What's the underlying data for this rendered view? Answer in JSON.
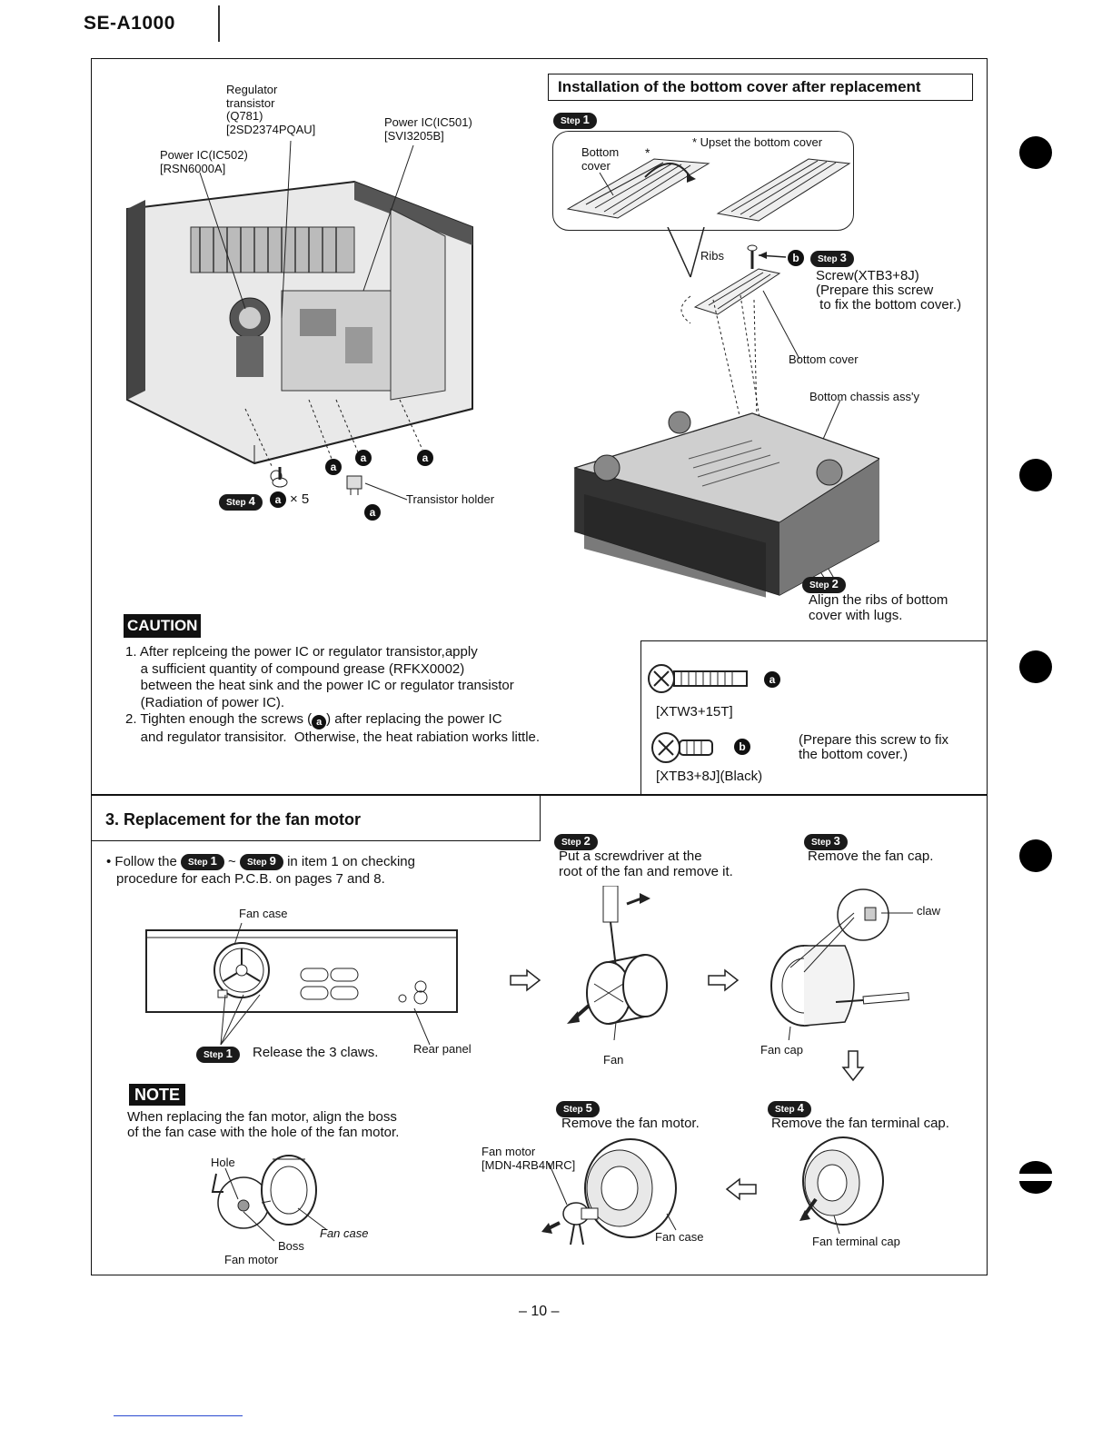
{
  "header": {
    "model": "SE-A1000"
  },
  "top_left": {
    "regulator_label": "Regulator\ntransistor\n(Q781)\n[2SD2374PQAU]",
    "power_ic501_label": "Power IC(IC501)\n[SVI3205B]",
    "power_ic502_label": "Power IC(IC502)\n[RSN6000A]",
    "step4_label": "Step",
    "step4_num": "4",
    "step4_qty": "× 5",
    "transistor_holder": "Transistor holder",
    "screw_a": "a"
  },
  "install": {
    "title": "Installation of the bottom cover after replacement",
    "step1": "1",
    "step_word": "Step",
    "bottom_cover_label": "Bottom\ncover",
    "asterisk": "*",
    "upset_note": "* Upset the bottom cover",
    "ribs": "Ribs",
    "step3": "3",
    "screw_label": "Screw(XTB3+8J)\n(Prepare this screw\n to fix the bottom cover.)",
    "bottom_cover": "Bottom cover",
    "bottom_chassis": "Bottom chassis ass'y",
    "step2": "2",
    "step2_text": "Align the ribs of bottom\ncover with lugs.",
    "screw_b": "b"
  },
  "caution": {
    "tag": "CAUTION",
    "items": [
      "1. After replceing the power IC or regulator transistor,apply",
      "    a sufficient quantity of compound grease (RFKX0002)",
      "    between the heat sink and the power IC or regulator transistor",
      "    (Radiation of power IC).",
      "2. Tighten enough the screws (",
      ") after replacing the power IC",
      "    and regulator transisitor.  Otherwise, the heat rabiation works little."
    ]
  },
  "screws": {
    "a_part": "[XTW3+15T]",
    "b_part": "[XTB3+8J](Black)",
    "b_note": "(Prepare this screw to fix\nthe bottom cover.)"
  },
  "fan": {
    "title": "3. Replacement for the fan motor",
    "follow_pre": "• Follow the",
    "follow_step1": "1",
    "follow_tilde": "~",
    "follow_step9": "9",
    "follow_post": "in item 1 on checking",
    "follow_line2": "procedure for each P.C.B. on pages 7 and 8.",
    "fan_case": "Fan case",
    "step1_text": "Release the 3 claws.",
    "rear_panel": "Rear panel",
    "step2_text": "Put a screwdriver at the\nroot of the fan and remove it.",
    "fan": "Fan",
    "step3_text": "Remove the fan cap.",
    "claw": "claw",
    "fan_cap": "Fan cap",
    "step4_text": "Remove the fan terminal  cap.",
    "fan_terminal_cap": "Fan terminal cap",
    "step5_text": "Remove the fan motor.",
    "fan_motor_label": "Fan motor\n[MDN-4RB4MRC]",
    "fan_case2": "Fan case",
    "note_tag": "NOTE",
    "note_text": "When replacing the fan motor, align the boss\nof the fan case with the hole of the fan motor.",
    "hole": "Hole",
    "boss": "Boss",
    "fan_case3": "Fan case",
    "fan_motor": "Fan motor",
    "n1": "1",
    "n2": "2",
    "n3": "3",
    "n4": "4",
    "n5": "5"
  },
  "footer": {
    "page": "– 10 –"
  }
}
